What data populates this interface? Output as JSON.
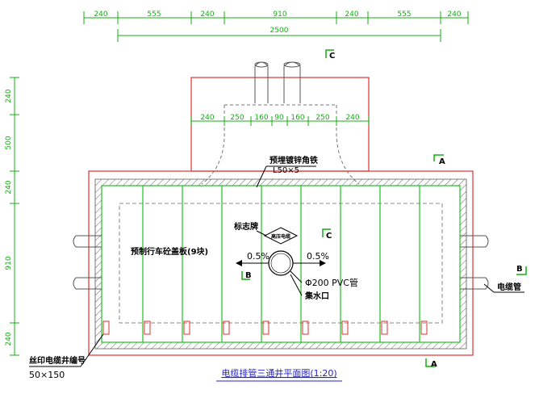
{
  "colors": {
    "dimension": "#10b010",
    "outline": "#e03030",
    "rebar": "#20c020",
    "hatch": "#555555",
    "section_mark": "#10b010",
    "text": "#000000",
    "title": "#2222cc"
  },
  "top_dims": {
    "segments": [
      "240",
      "555",
      "240",
      "910",
      "240",
      "555",
      "240"
    ],
    "total": "2500"
  },
  "inner_dims": {
    "segments": [
      "240",
      "250",
      "160",
      "90",
      "160",
      "250",
      "240"
    ]
  },
  "left_dims": {
    "segments": [
      "240",
      "500",
      "240",
      "910",
      "240"
    ]
  },
  "section_marks": {
    "top_c": "C",
    "top_right_a": "A",
    "mid_c": "C",
    "left_b": "B",
    "right_b": "B",
    "bottom_a": "A"
  },
  "labels": {
    "embedded_angle": "预埋镀锌角铁",
    "angle_size": "L50×5",
    "sign": "标志牌",
    "sign_plate": "高压电缆",
    "cover_plate": "预制行车砼盖板(9块)",
    "slope_left": "0.5%",
    "slope_right": "0.5%",
    "pvc_pipe": "Φ200 PVC管",
    "sump": "集水口",
    "cable_pipe": "电缆管",
    "well_number": "丝印电缆井编号",
    "well_number_size": "50×150"
  },
  "title": "电缆排管三通井平面图(1:20)"
}
